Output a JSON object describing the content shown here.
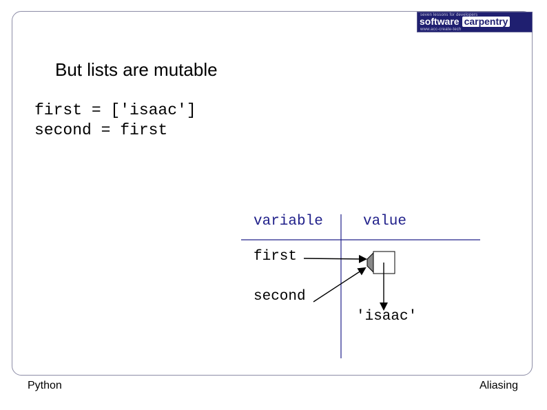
{
  "logo": {
    "top_text": "seven lessons for developers",
    "word_1": "software",
    "word_2": "carpentry",
    "bottom_text": "www.acc-create-tech"
  },
  "slide": {
    "title": "But lists are mutable",
    "code_lines": [
      "first = ['isaac']",
      "second = first"
    ]
  },
  "diagram": {
    "headers": {
      "variable": "variable",
      "value": "value"
    },
    "variables": [
      "first",
      "second"
    ],
    "value": "'isaac'"
  },
  "footer": {
    "left": "Python",
    "right": "Aliasing"
  },
  "colors": {
    "frame_border": "#8c8ca6",
    "logo_background": "#1f1f70",
    "header_text": "#20208a",
    "arrow": "#000000",
    "handle_fill": "#888888"
  }
}
